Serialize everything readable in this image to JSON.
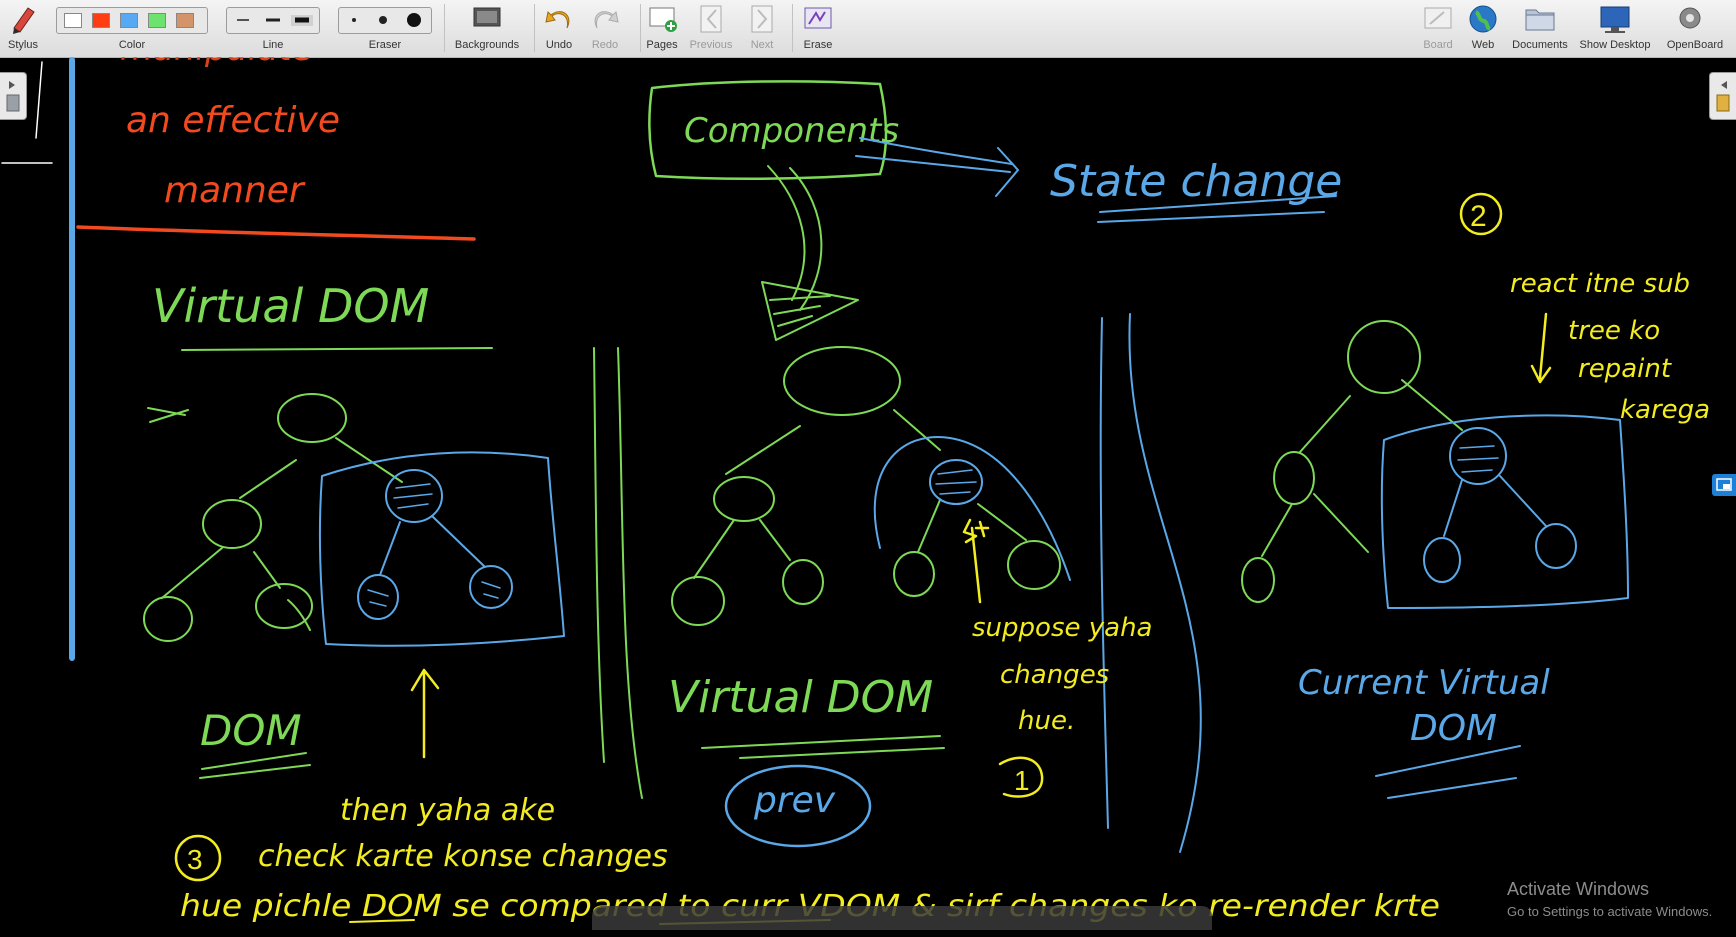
{
  "toolbar": {
    "stylus": "Stylus",
    "color": "Color",
    "line": "Line",
    "eraser": "Eraser",
    "backgrounds": "Backgrounds",
    "undo": "Undo",
    "redo": "Redo",
    "pages": "Pages",
    "previous": "Previous",
    "next": "Next",
    "erase": "Erase",
    "board": "Board",
    "web": "Web",
    "documents": "Documents",
    "show_desktop": "Show Desktop",
    "openboard": "OpenBoard"
  },
  "colors": {
    "palette": [
      "#ffffff",
      "#ff3d12",
      "#58a9f4",
      "#6ee26e",
      "#d4946a"
    ],
    "green_ink": "#7ed957",
    "blue_ink": "#5aa8e8",
    "yellow_ink": "#f2ec20",
    "red_ink": "#f24a1e"
  },
  "board": {
    "top_left_red": [
      "an effective",
      "manner"
    ],
    "virtual_dom_title": "Virtual DOM",
    "components": "Components",
    "state_change": "State change",
    "number_2": "2",
    "react_note": [
      "react itne sub",
      "tree ko",
      "repaint",
      "karega"
    ],
    "dom_label": "DOM",
    "virtual_dom_label": "Virtual DOM",
    "prev_label": "prev",
    "suppose_note": [
      "suppose yaha",
      "changes",
      "hue."
    ],
    "number_1": "1",
    "current_vdom": [
      "Current Virtual",
      "DOM"
    ],
    "then_note": "then yaha ake",
    "number_3": "3",
    "check_line": "check karte konse changes",
    "bottom_line": "hue pichle DOM se compared to curr VDOM & sirf changes ko re-render krte"
  },
  "watermark": {
    "title": "Activate Windows",
    "subtitle": "Go to Settings to activate Windows."
  }
}
